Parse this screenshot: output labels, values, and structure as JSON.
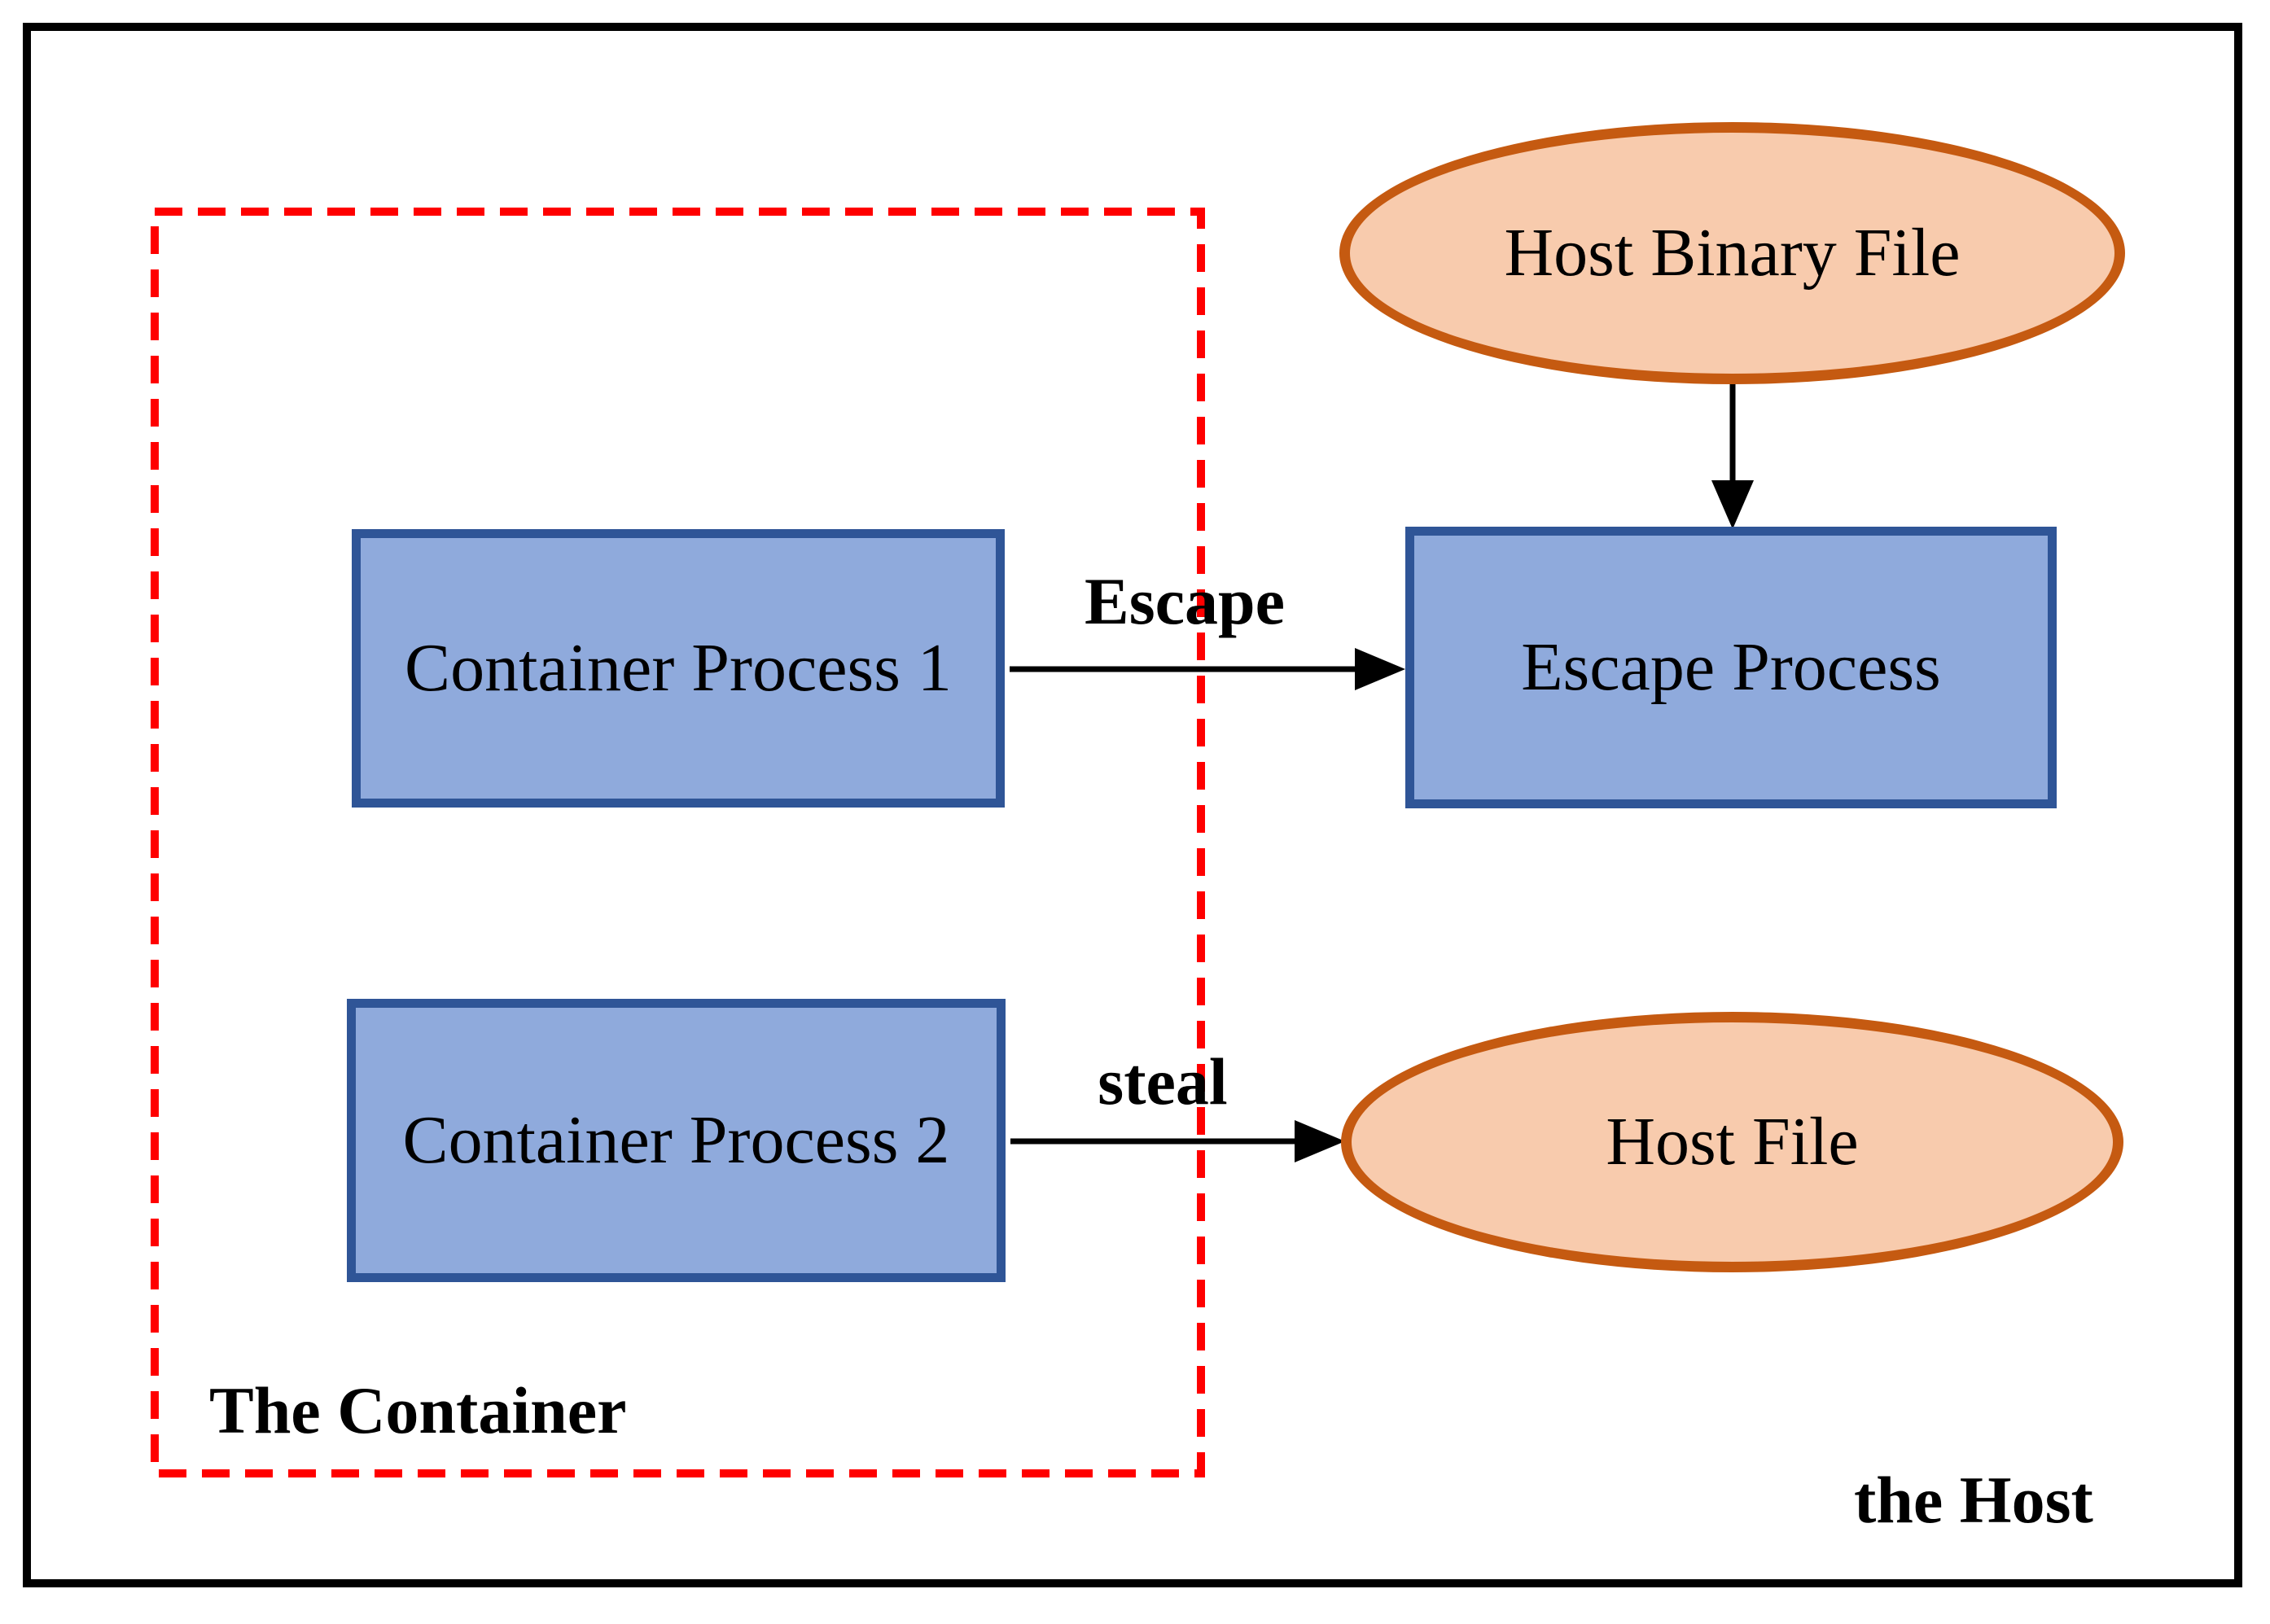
{
  "diagram": {
    "title_hint": "container escape diagram",
    "regions": {
      "host": {
        "label": "the Host"
      },
      "container": {
        "label": "The Container"
      }
    },
    "nodes": {
      "container_process_1": {
        "label": "Container Process 1",
        "shape": "rect"
      },
      "container_process_2": {
        "label": "Container Process 2",
        "shape": "rect"
      },
      "escape_process": {
        "label": "Escape Process",
        "shape": "rect"
      },
      "host_binary_file": {
        "label": "Host Binary File",
        "shape": "ellipse"
      },
      "host_file": {
        "label": "Host File",
        "shape": "ellipse"
      }
    },
    "edges": {
      "escape": {
        "label": "Escape",
        "from": "container_process_1",
        "to": "escape_process"
      },
      "steal": {
        "label": "steal",
        "from": "container_process_2",
        "to": "host_file"
      },
      "load": {
        "label": "",
        "from": "host_binary_file",
        "to": "escape_process"
      }
    },
    "colors": {
      "process_fill": "#8FAADC",
      "process_border": "#2F5597",
      "file_fill": "#F8CBAD",
      "file_border": "#C55A11",
      "container_border": "#FF0000",
      "host_border": "#000000"
    }
  }
}
